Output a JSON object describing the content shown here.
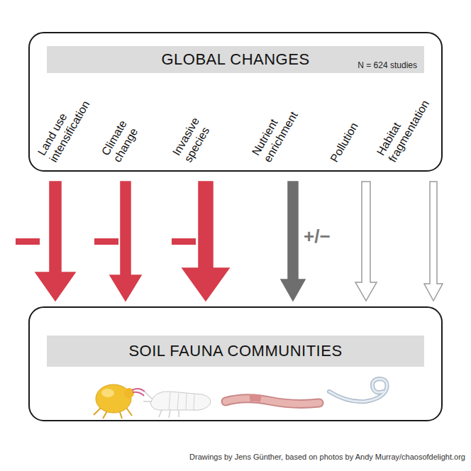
{
  "diagram": {
    "caption": "Drawings by Jens Günther, based on photos by Andy Murray/chaosofdelight.org",
    "nodes": [
      {
        "text": [
          "GLOBAL CHANGES",
          "N = 624 studies"
        ]
      },
      {
        "text": [
          "SOIL FAUNA COMMUNITIES"
        ]
      }
    ],
    "edges": [
      {
        "from": 0,
        "to": 1,
        "arrow": "to"
      },
      {
        "from": 0,
        "to": 1,
        "arrow": "to"
      },
      {
        "from": 0,
        "to": 1,
        "arrow": "to"
      },
      {
        "from": 0,
        "to": 1,
        "arrow": "to",
        "label": "+/−"
      },
      {
        "from": 0,
        "to": 1,
        "arrow": "to"
      },
      {
        "from": 0,
        "to": 1,
        "arrow": "to"
      }
    ],
    "labels": [
      "Land use intensification",
      "Climate change",
      "Invasive species",
      "Nutrient enrichment",
      "Pollution",
      "Habitat fragmentation"
    ]
  }
}
